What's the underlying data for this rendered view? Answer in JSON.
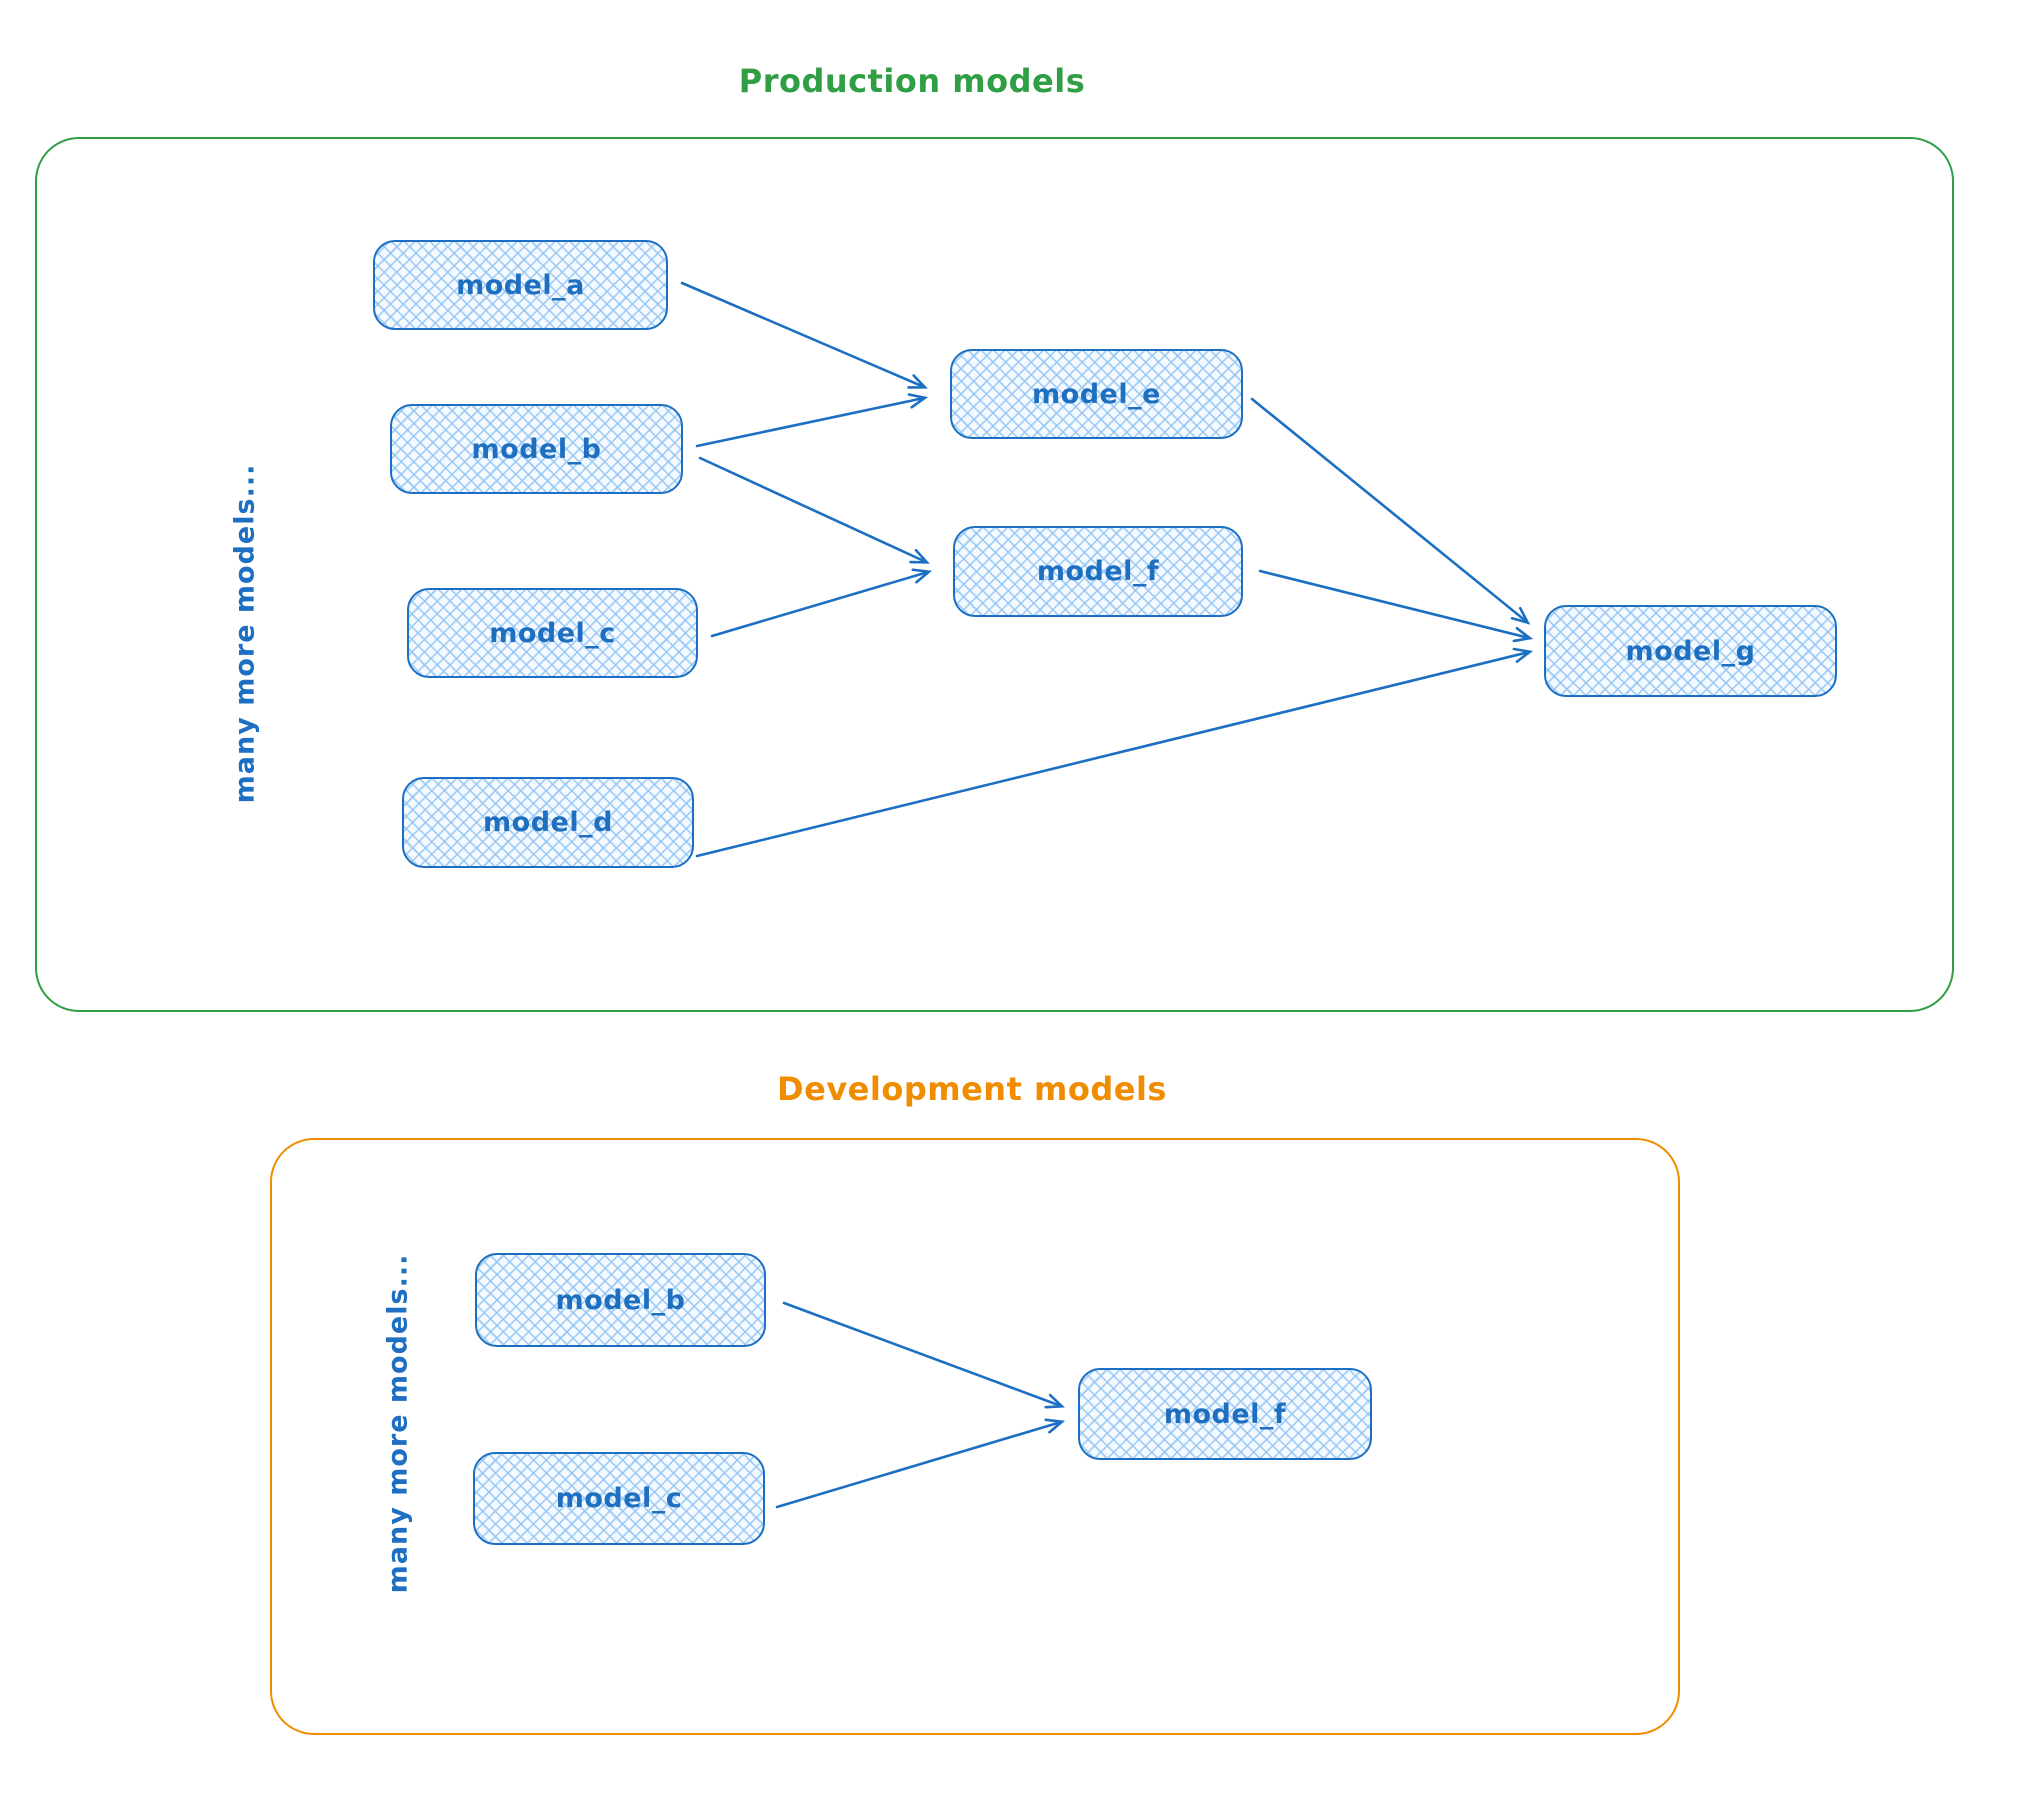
{
  "colors": {
    "node_stroke_blue": "#1c6fc2",
    "node_fill_blue": "#d6e9fb",
    "production_green": "#2f9e44",
    "development_orange": "#f08c00",
    "background": "#ffffff"
  },
  "production": {
    "title": "Production models",
    "side_label": "many more models...",
    "nodes": {
      "a": {
        "label": "model_a"
      },
      "b": {
        "label": "model_b"
      },
      "c": {
        "label": "model_c"
      },
      "d": {
        "label": "model_d"
      },
      "e": {
        "label": "model_e"
      },
      "f": {
        "label": "model_f"
      },
      "g": {
        "label": "model_g"
      }
    },
    "edges": [
      {
        "from": "model_a",
        "to": "model_e"
      },
      {
        "from": "model_b",
        "to": "model_e"
      },
      {
        "from": "model_b",
        "to": "model_f"
      },
      {
        "from": "model_c",
        "to": "model_f"
      },
      {
        "from": "model_e",
        "to": "model_g"
      },
      {
        "from": "model_f",
        "to": "model_g"
      },
      {
        "from": "model_d",
        "to": "model_g"
      }
    ]
  },
  "development": {
    "title": "Development models",
    "side_label": "many more models...",
    "nodes": {
      "b": {
        "label": "model_b"
      },
      "c": {
        "label": "model_c"
      },
      "f": {
        "label": "model_f"
      }
    },
    "edges": [
      {
        "from": "model_b",
        "to": "model_f"
      },
      {
        "from": "model_c",
        "to": "model_f"
      }
    ]
  }
}
